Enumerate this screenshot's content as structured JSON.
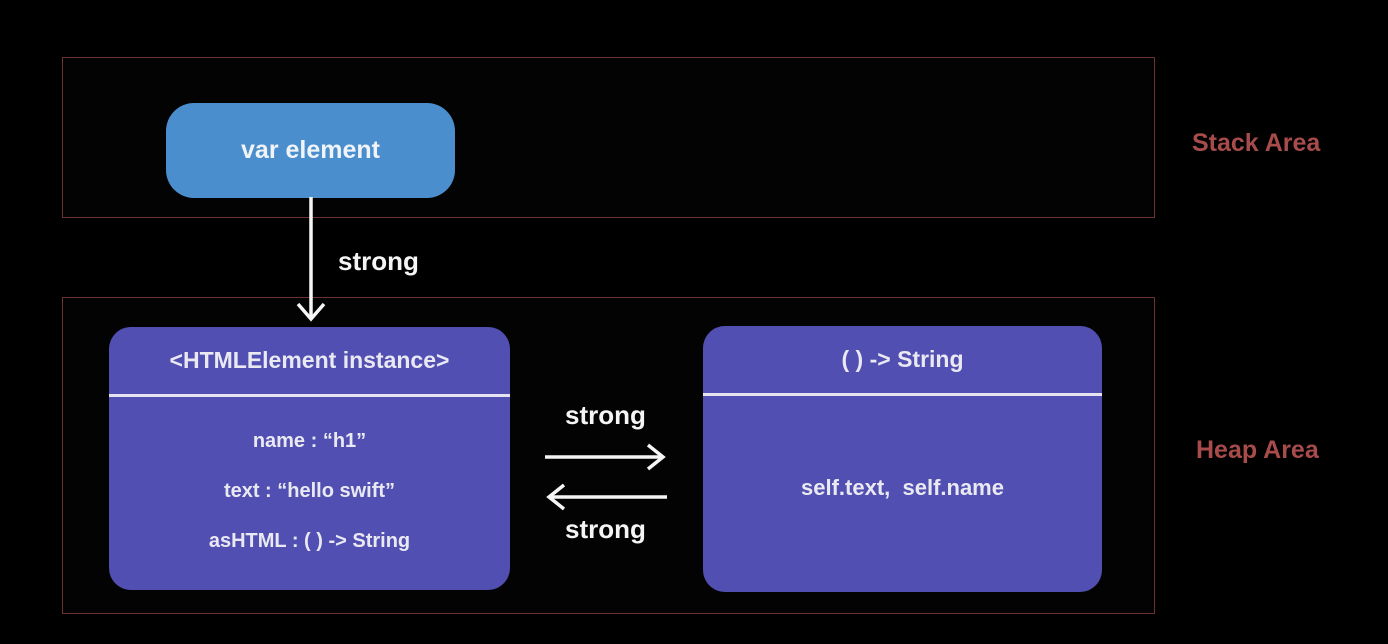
{
  "canvas": {
    "background": "#000000"
  },
  "colors": {
    "region_border": "#6e3131",
    "region_label": "#a84b4b",
    "var_box_fill": "#4a8ecd",
    "class_box_fill": "#5150b2",
    "divider": "#e4e3ef",
    "arrow": "#f5f5f5",
    "box_text": "#eae9f2"
  },
  "stack_region": {
    "label": "Stack Area",
    "var_box": {
      "label": "var element"
    }
  },
  "heap_region": {
    "label": "Heap Area",
    "instance_box": {
      "title": "<HTMLElement instance>",
      "fields": [
        "name : “h1”",
        "text : “hello swift”",
        "asHTML : ( ) -> String"
      ]
    },
    "closure_box": {
      "title": "( ) -> String",
      "body": "self.text,  self.name"
    }
  },
  "references": {
    "stack_to_instance": {
      "label": "strong",
      "direction": "down"
    },
    "instance_to_closure": {
      "label": "strong",
      "direction": "right"
    },
    "closure_to_instance": {
      "label": "strong",
      "direction": "left"
    }
  }
}
